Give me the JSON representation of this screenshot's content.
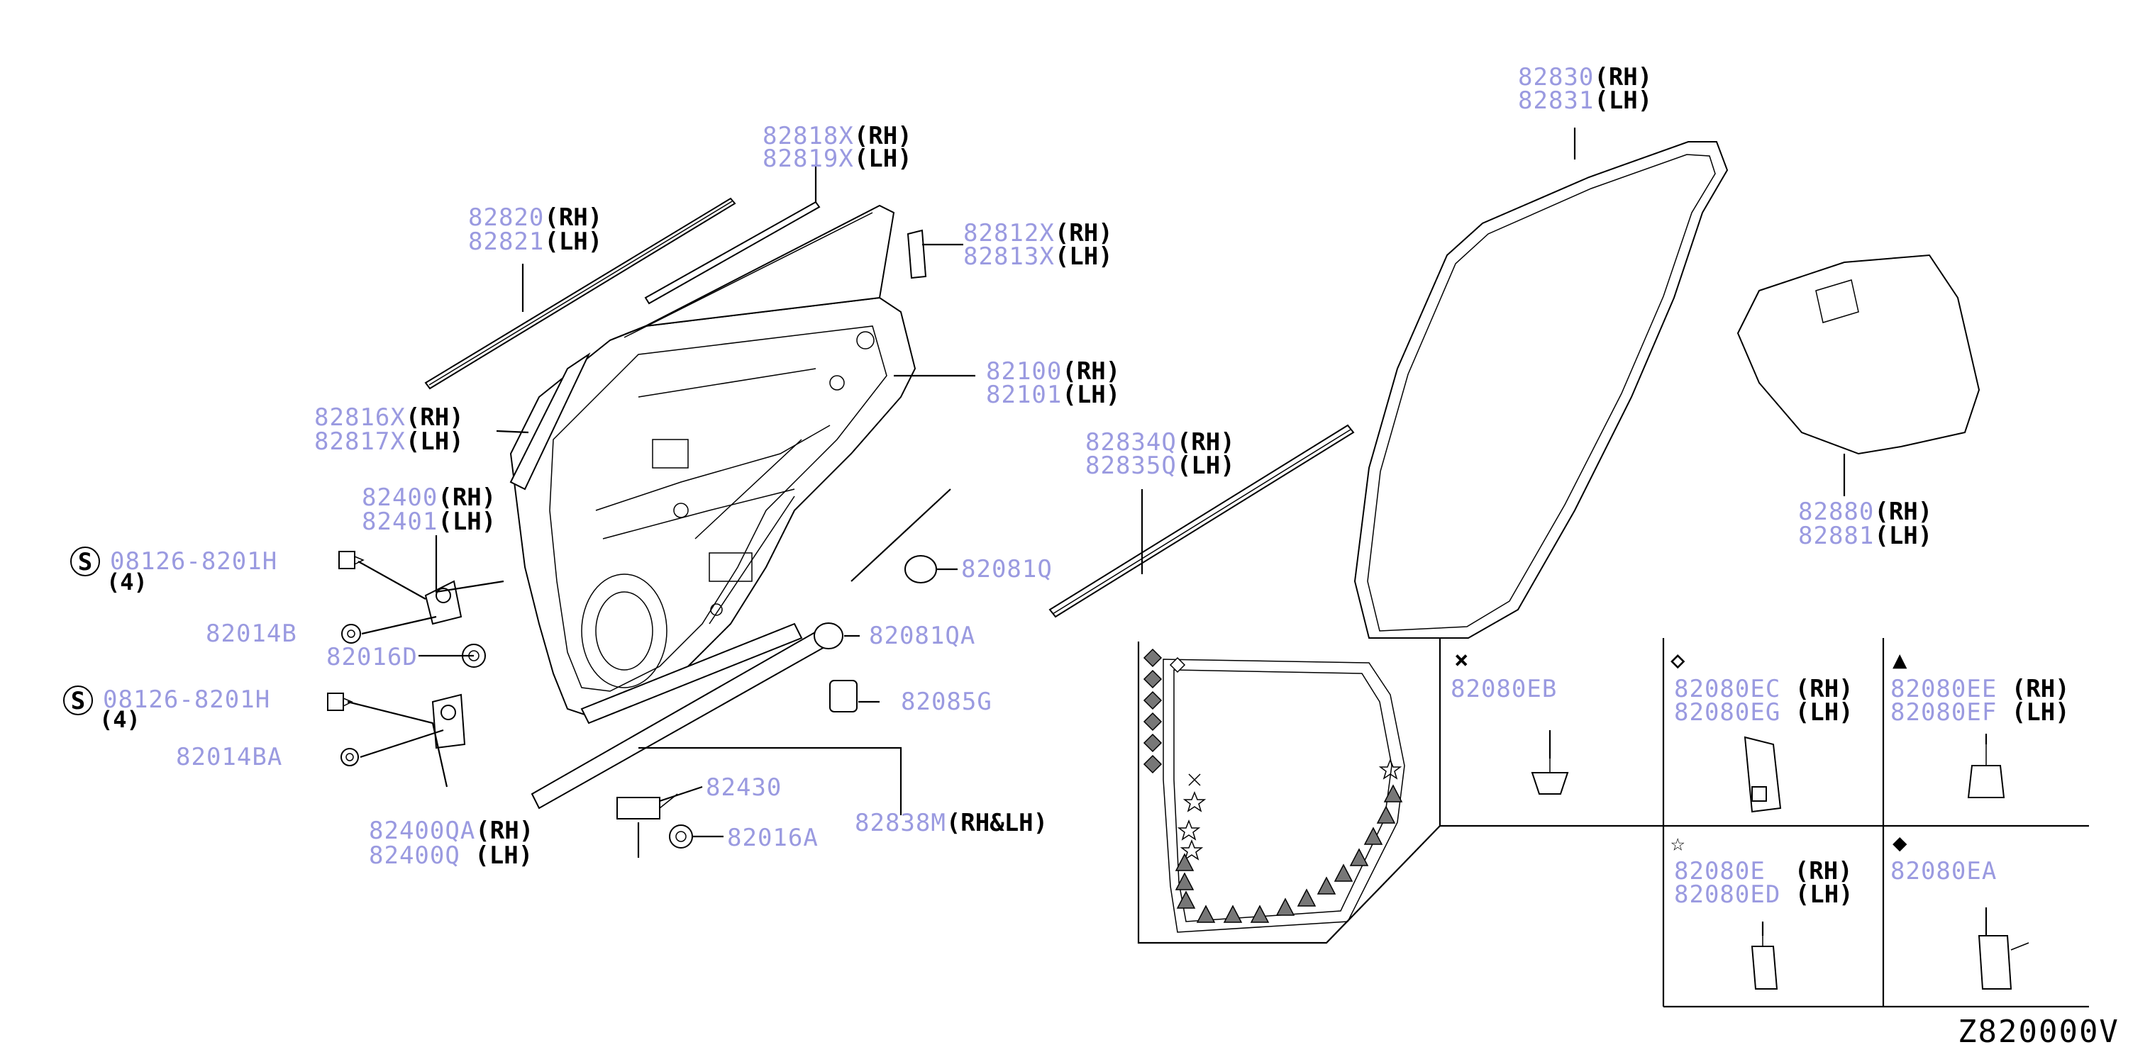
{
  "labels": {
    "p82818x": {
      "pn": "82818X",
      "sx": "(RH)"
    },
    "p82819x": {
      "pn": "82819X",
      "sx": "(LH)"
    },
    "p82820": {
      "pn": "82820",
      "sx": "(RH)"
    },
    "p82821": {
      "pn": "82821",
      "sx": "(LH)"
    },
    "p82812x": {
      "pn": "82812X",
      "sx": "(RH)"
    },
    "p82813x": {
      "pn": "82813X",
      "sx": "(LH)"
    },
    "p82100": {
      "pn": "82100",
      "sx": "(RH)"
    },
    "p82101": {
      "pn": "82101",
      "sx": "(LH)"
    },
    "p82816x": {
      "pn": "82816X",
      "sx": "(RH)"
    },
    "p82817x": {
      "pn": "82817X",
      "sx": "(LH)"
    },
    "p82834q": {
      "pn": "82834Q",
      "sx": "(RH)"
    },
    "p82835q": {
      "pn": "82835Q",
      "sx": "(LH)"
    },
    "p82400": {
      "pn": "82400",
      "sx": "(RH)"
    },
    "p82401": {
      "pn": "82401",
      "sx": "(LH)"
    },
    "bolt1": {
      "pn": "08126-8201H",
      "qty": "(4)"
    },
    "p82081q": {
      "pn": "82081Q"
    },
    "p82014b": {
      "pn": "82014B"
    },
    "p82016d": {
      "pn": "82016D"
    },
    "p82081qa": {
      "pn": "82081QA"
    },
    "bolt2": {
      "pn": "08126-8201H",
      "qty": "(4)"
    },
    "p82085g": {
      "pn": "82085G"
    },
    "p82014ba": {
      "pn": "82014BA"
    },
    "p82430": {
      "pn": "82430"
    },
    "p82838m": {
      "pn": "82838M",
      "sx": "(RH&LH)"
    },
    "p82400qa": {
      "pn": "82400QA",
      "sx": "(RH)"
    },
    "p82400q": {
      "pn": "82400Q",
      "sx": " (LH)"
    },
    "p82016a": {
      "pn": "82016A"
    },
    "p82830": {
      "pn": "82830",
      "sx": "(RH)"
    },
    "p82831": {
      "pn": "82831",
      "sx": "(LH)"
    },
    "p82880": {
      "pn": "82880",
      "sx": "(RH)"
    },
    "p82881": {
      "pn": "82881",
      "sx": "(LH)"
    }
  },
  "legend": {
    "eb": {
      "symbol": "×",
      "pn": "82080EB"
    },
    "ec": {
      "symbol": "◇",
      "pn": "82080EC",
      "sx": " (RH)"
    },
    "eg": {
      "pn": "82080EG",
      "sx": " (LH)"
    },
    "ee": {
      "symbol": "▲",
      "pn": "82080EE",
      "sx": " (RH)"
    },
    "ef": {
      "pn": "82080EF",
      "sx": " (LH)"
    },
    "e": {
      "symbol": "☆",
      "pn": "82080E",
      "sx": "  (RH)"
    },
    "ed": {
      "pn": "82080ED",
      "sx": " (LH)"
    },
    "ea": {
      "symbol": "◆",
      "pn": "82080EA"
    }
  },
  "screw_symbol": "S",
  "diagram_code": "Z820000V",
  "colors": {
    "part_number": "#9a9ae0",
    "ink": "#000000",
    "fill": "#777777"
  }
}
